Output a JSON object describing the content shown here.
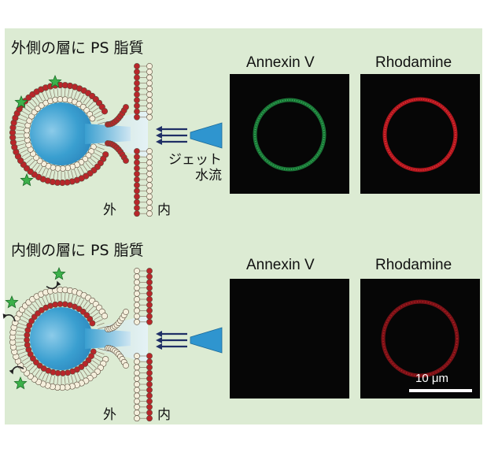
{
  "panels": [
    {
      "title": "外側の層に PS 脂質",
      "outer_label": "外",
      "inner_label": "内",
      "jet_label_line1": "ジェット",
      "jet_label_line2": "水流",
      "images": [
        {
          "label": "Annexin V",
          "signal": "green"
        },
        {
          "label": "Rhodamine",
          "signal": "red"
        }
      ]
    },
    {
      "title": "内側の層に PS 脂質",
      "outer_label": "外",
      "inner_label": "内",
      "images": [
        {
          "label": "Annexin V",
          "signal": "none"
        },
        {
          "label": "Rhodamine",
          "signal": "red"
        }
      ]
    }
  ],
  "scale_bar": "10 μm",
  "colors": {
    "background": "#dcebd3",
    "ps_lipid_head": "#b8262a",
    "normal_lipid_head": "#f4efdc",
    "vesicle_lumen": "#3a9fd0",
    "jet_nozzle": "#2f95cf",
    "annexin_signal": "#2fbf5a",
    "rhodamine_signal": "#e0232a",
    "annexin_star": "#3cb04a"
  },
  "icons": [
    "annexin-star-icon",
    "flip-arrow-icon",
    "jet-nozzle-icon",
    "jet-arrow-icon"
  ]
}
